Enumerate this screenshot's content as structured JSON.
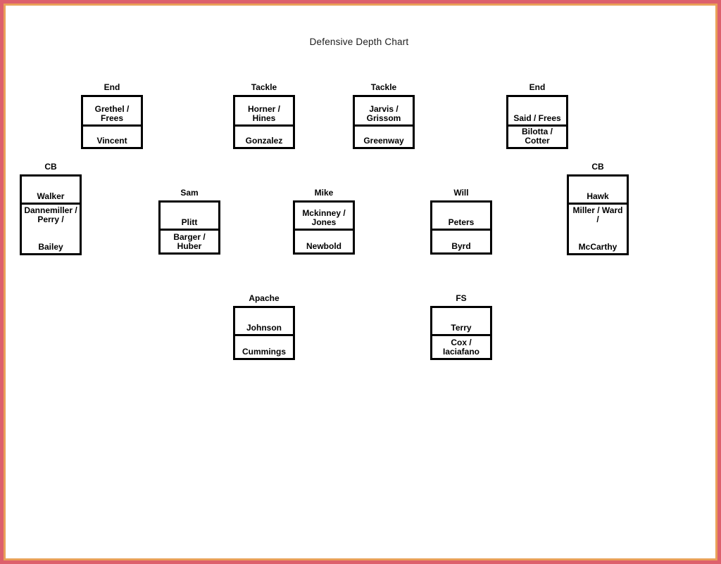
{
  "page": {
    "title": "Defensive Depth Chart"
  },
  "colors": {
    "frame_outer": "#dd606c",
    "frame_inner": "#e9a159",
    "box_border": "#000000",
    "page_background": "#ffffff",
    "text": "#000000"
  },
  "boxes": {
    "end_left": {
      "label": "End",
      "cells": [
        "Grethel /\nFrees",
        "Vincent"
      ]
    },
    "tackle_left": {
      "label": "Tackle",
      "cells": [
        "Horner /\nHines",
        "Gonzalez"
      ]
    },
    "tackle_right": {
      "label": "Tackle",
      "cells": [
        "Jarvis /\nGrissom",
        "Greenway"
      ]
    },
    "end_right": {
      "label": "End",
      "cells": [
        "Said / Frees",
        "Bilotta /\nCotter"
      ]
    },
    "cb_left": {
      "label": "CB",
      "cells": [
        "Walker",
        "Dannemiller /\nPerry /\n\n\nBailey"
      ]
    },
    "sam": {
      "label": "Sam",
      "cells": [
        "Plitt",
        "Barger /\nHuber"
      ]
    },
    "mike": {
      "label": "Mike",
      "cells": [
        "Mckinney /\nJones",
        "Newbold"
      ]
    },
    "will": {
      "label": "Will",
      "cells": [
        "Peters",
        "Byrd"
      ]
    },
    "cb_right": {
      "label": "CB",
      "cells": [
        "Hawk",
        "Miller / Ward\n/\n\n\nMcCarthy"
      ]
    },
    "apache": {
      "label": "Apache",
      "cells": [
        "Johnson",
        "Cummings"
      ]
    },
    "fs": {
      "label": "FS",
      "cells": [
        "Terry",
        "Cox /\nIaciafano"
      ]
    }
  }
}
